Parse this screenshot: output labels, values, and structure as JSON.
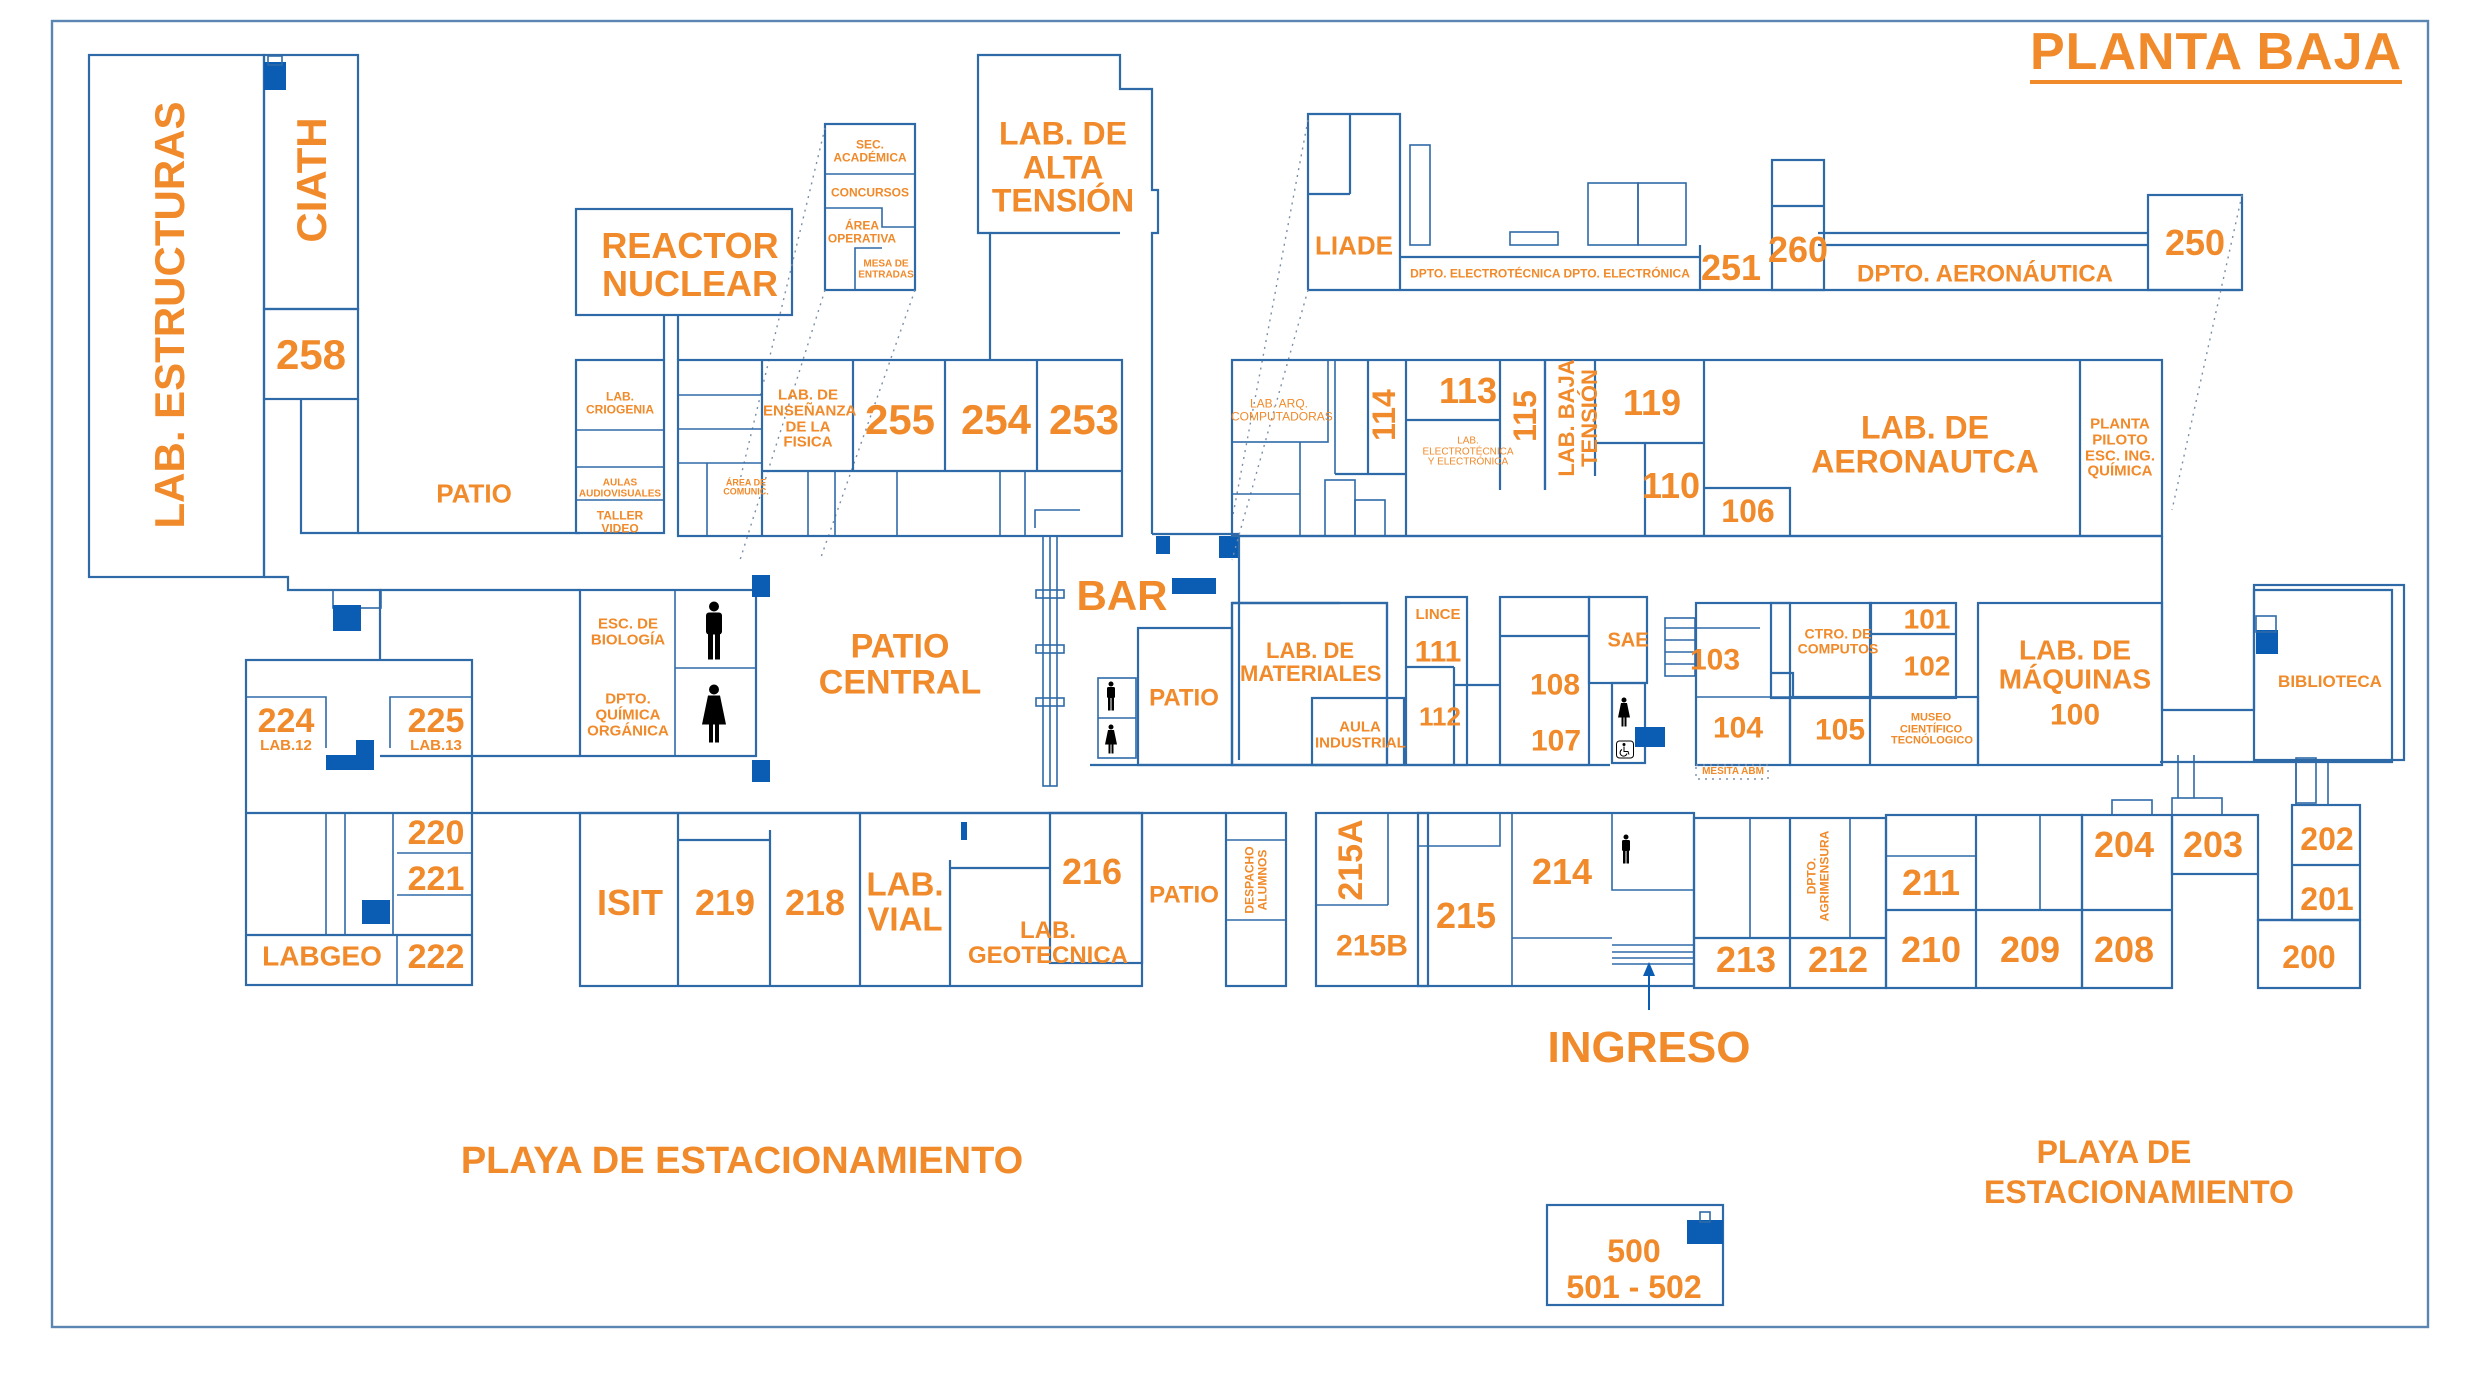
{
  "title": "PLANTA BAJA",
  "colors": {
    "label": "#f08a2a",
    "wall": "#2f6aa8",
    "stair": "#0b5db3",
    "icon": "#000000"
  },
  "areas": {
    "lab_estructuras": "LAB. ESTRUCTURAS",
    "ciath": "CIATH",
    "r258": "258",
    "patio_west": "PATIO",
    "reactor": "REACTOR NUCLEAR",
    "lab_criogenia": "LAB. CRIOGENIA",
    "aulas_audiovisuales": "AULAS AUDIOVISUALES",
    "taller_video": "TALLER VIDEO",
    "area_comunic": "ÁREA DE COMUNIC.",
    "sec_academica": "SEC. ACADÉMICA",
    "concursos": "CONCURSOS",
    "area_operativa": "ÁREA OPERATIVA",
    "mesa_entradas": "MESA DE ENTRADAS",
    "lab_ensenanza_fisica": "LAB. DE ENSEÑANZA DE LA FISICA",
    "r255": "255",
    "r254": "254",
    "r253": "253",
    "lab_alta_tension": "LAB. DE ALTA TENSIÓN",
    "bar": "BAR",
    "patio_central": "PATIO CENTRAL",
    "esc_biologia": "ESC. DE BIOLOGÍA",
    "dpto_quimica": "DPTO. QUÍMICA ORGÁNICA",
    "r224": "224",
    "lab12": "LAB.12",
    "r225": "225",
    "lab13": "LAB.13",
    "r220": "220",
    "r221": "221",
    "r222": "222",
    "labgeo": "LABGEO",
    "isit": "ISIT",
    "r219": "219",
    "r218": "218",
    "lab_vial": "LAB. VIAL",
    "lab_geotecnica": "LAB. GEOTECNICA",
    "r216": "216",
    "patio_216": "PATIO",
    "patio_bar": "PATIO",
    "liade": "LIADE",
    "dpto_electro": "DPTO. ELECTROTÉCNICA DPTO. ELECTRÓNICA",
    "r251": "251",
    "r260": "260",
    "dpto_aeronautica": "DPTO. AERONÁUTICA",
    "r250": "250",
    "lab_arq_comp": "LAB. ARQ. COMPUTADORAS",
    "r114": "114",
    "r113": "113",
    "lab_electrotecnica": "LAB. ELECTROTÉCNICA Y ELECTRÓNICA",
    "r115": "115",
    "lab_baja_tension": "LAB. BAJA TENSIÓN",
    "r119": "119",
    "r110": "110",
    "r106": "106",
    "lab_aeronautica": "LAB. DE AERONAUTCA",
    "planta_piloto": "PLANTA PILOTO ESC. ING. QUÍMICA",
    "lab_materiales": "LAB. DE MATERIALES",
    "aula_industrial": "AULA INDUSTRIAL",
    "lince": "LINCE",
    "r111": "111",
    "r112": "112",
    "r108": "108",
    "r107": "107",
    "sae": "SAE",
    "r103": "103",
    "r104": "104",
    "mesita_abm": "MESITA ABM",
    "ctro_computos": "CTRO. DE COMPUTOS",
    "r101": "101",
    "r102": "102",
    "r105": "105",
    "museo": "MUSEO CIENTÍFICO TECNÓLOGICO",
    "lab_maquinas": "LAB. DE MÁQUINAS",
    "r100": "100",
    "biblioteca": "BIBLIOTECA",
    "despacho_alumnos": "DESPACHO ALUMNOS",
    "r215a": "215A",
    "r215b": "215B",
    "r215": "215",
    "r214": "214",
    "dpto_agrimensura": "DPTO. AGRIMENSURA",
    "r213": "213",
    "r212": "212",
    "r211": "211",
    "r210": "210",
    "r209": "209",
    "r208": "208",
    "r204": "204",
    "r203": "203",
    "r202": "202",
    "r201": "201",
    "r200": "200",
    "ingreso": "INGRESO",
    "playa_oeste": "PLAYA DE ESTACIONAMIENTO",
    "playa_este": "PLAYA DE ESTACIONAMIENTO",
    "r500": "500",
    "r501_502": "501 - 502"
  },
  "icons": [
    "restroom-men-icon",
    "restroom-women-icon",
    "wheelchair-icon",
    "stairs-icon",
    "entrance-arrow-icon"
  ]
}
